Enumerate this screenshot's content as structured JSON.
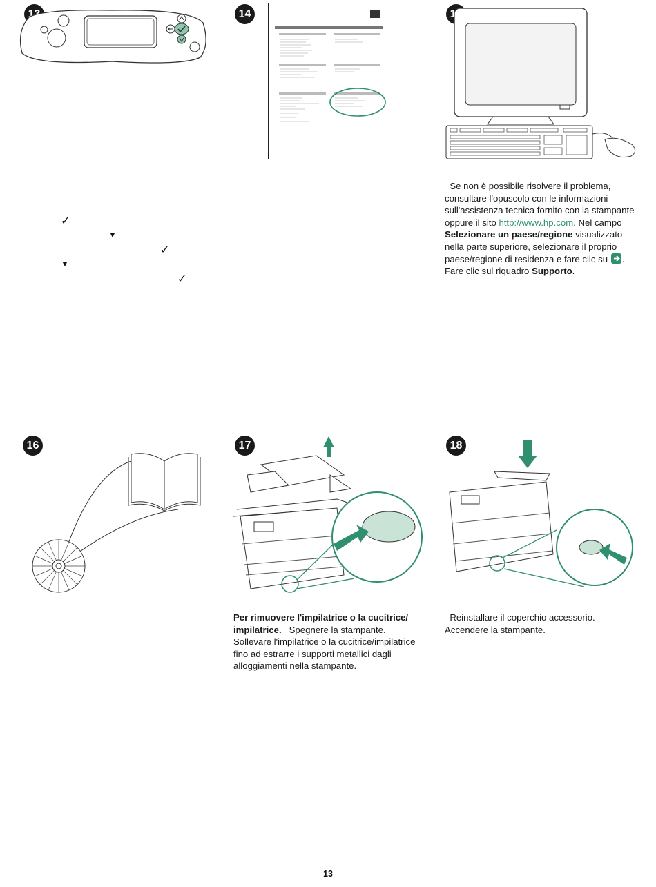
{
  "steps": {
    "s13": {
      "number": "13"
    },
    "s14": {
      "number": "14"
    },
    "s15": {
      "number": "15",
      "p1": "Se non è possibile risolvere il problema, consultare l'opuscolo con le informazioni sull'assistenza tecnica fornito con la stampante oppure il sito ",
      "link": "http://www.hp.com",
      "p2": ". Nel campo ",
      "bold1": "Selezionare un paese/regione",
      "p3": " visualizzato nella parte superiore, selezionare il proprio paese/regione di residenza e fare clic su ",
      "p4": ". Fare clic sul riquadro ",
      "bold2": "Supporto",
      "p5": "."
    },
    "s16": {
      "number": "16"
    },
    "s17": {
      "number": "17",
      "bold": "Per rimuovere l'impilatrice o la cucitrice/ impilatrice.",
      "text": "Spegnere la stampante. Sollevare l'impilatrice o la cucitrice/impilatrice fino ad estrarre i supporti metallici dagli alloggiamenti nella stampante."
    },
    "s18": {
      "number": "18",
      "text": "Reinstallare il coperchio accessorio. Accendere la stampante."
    }
  },
  "marks": {
    "check_glyph": "✓",
    "down_glyph": "▼"
  },
  "page_number": "13",
  "colors": {
    "accent_green": "#2f8f6e",
    "badge": "#1a1a1a"
  }
}
